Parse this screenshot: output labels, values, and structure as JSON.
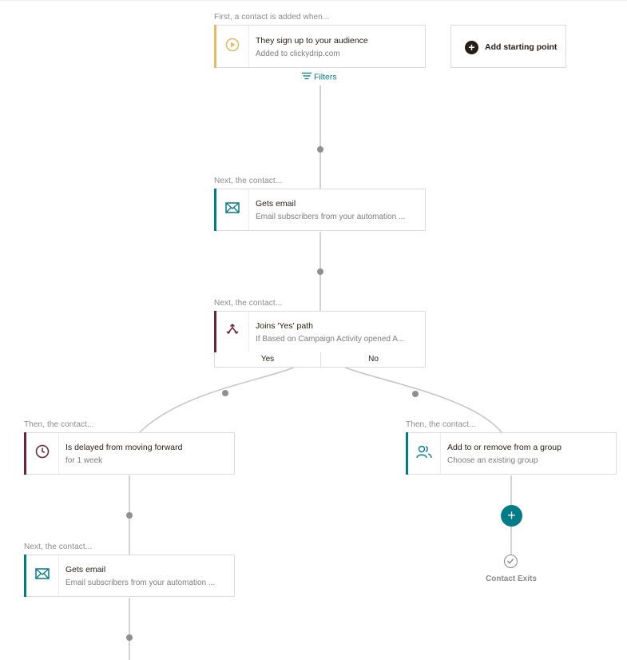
{
  "trigger": {
    "label": "First, a contact is added when...",
    "title": "They sign up to your audience",
    "subtitle": "Added to clickydrip.com",
    "filters_label": "Filters",
    "add_starting_point": "Add starting point"
  },
  "step_email_1": {
    "label": "Next, the contact...",
    "title": "Gets email",
    "subtitle": "Email subscribers from your automation ..."
  },
  "step_condition": {
    "label": "Next, the contact...",
    "title": "Joins 'Yes' path",
    "subtitle": "If Based on Campaign Activity opened A...",
    "yes_label": "Yes",
    "no_label": "No"
  },
  "step_delay": {
    "label": "Then, the contact...",
    "title": "Is delayed from moving forward",
    "subtitle": "for 1 week"
  },
  "step_group": {
    "label": "Then, the contact...",
    "title": "Add to or remove from a group",
    "subtitle": "Choose an existing group"
  },
  "step_email_2": {
    "label": "Next, the contact...",
    "title": "Gets email",
    "subtitle": "Email subscribers from your automation ..."
  },
  "exit": {
    "label": "Contact Exits"
  },
  "colors": {
    "teal": "#007c89",
    "gold": "#e8b865",
    "maroon": "#6c233a",
    "connector": "#c4c4c4",
    "node_dot": "#8f8f8f"
  },
  "icons": {
    "trigger": "play-circle-icon",
    "email": "envelope-icon",
    "condition": "branch-split-icon",
    "delay": "clock-icon",
    "group": "people-group-icon",
    "add_path": "plus-icon",
    "exit": "check-circle-icon",
    "filters": "filter-lines-icon"
  }
}
